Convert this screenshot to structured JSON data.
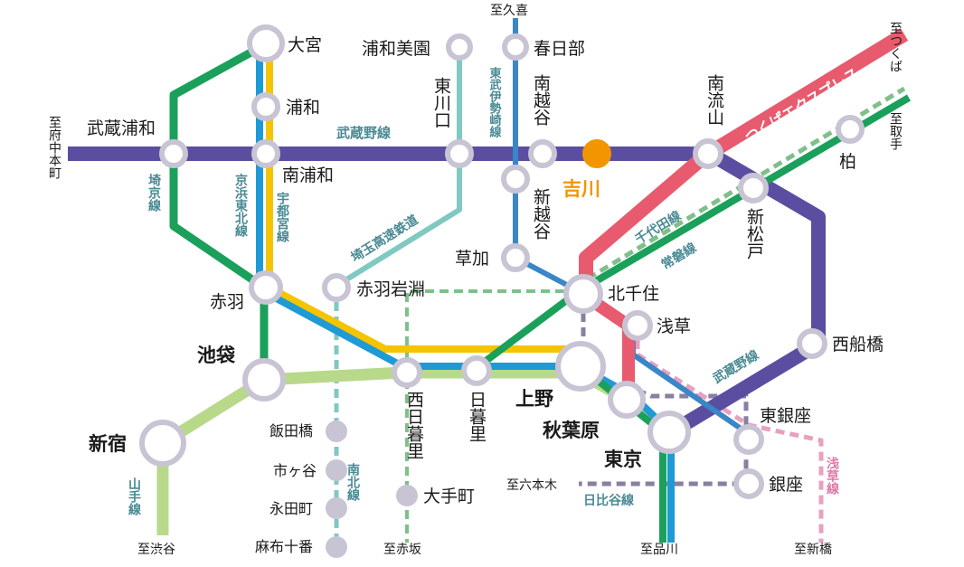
{
  "colors": {
    "musashino": "#5b4ea0",
    "saikyo": "#1aa05a",
    "keihin_tohoku": "#1e9ad6",
    "utsunomiya": "#f5c400",
    "tobu": "#3a86c8",
    "saitama_rapid": "#7fc9c2",
    "tsukuba": "#e85a6e",
    "joban": "#1aa05a",
    "chiyoda": "#7fc08a",
    "yamanote": "#b8d98a",
    "hibiya": "#8a7fa0",
    "asakusa": "#e8a0c0",
    "namboku": "#7fc9c2",
    "highlight": "#f29600",
    "station_ring": "#c8c4d4",
    "line_label": "#4a8a94"
  },
  "stations": {
    "omiya": "大宮",
    "urawa": "浦和",
    "minami_urawa": "南浦和",
    "musashi_urawa": "武蔵浦和",
    "urawa_misono": "浦和美園",
    "higashi_kawaguchi": "東川口",
    "kasukabe": "春日部",
    "minami_koshigaya": "南越谷",
    "shin_koshigaya": "新越谷",
    "soka": "草加",
    "yoshikawa": "吉川",
    "minami_nagareyama": "南流山",
    "kashiwa": "柏",
    "shin_matsudo": "新松戸",
    "kita_senju": "北千住",
    "akabane": "赤羽",
    "akabane_iwabuchi": "赤羽岩淵",
    "ikebukuro": "池袋",
    "nishi_nippori": "西日暮里",
    "nippori": "日暮里",
    "ueno": "上野",
    "asakusa": "浅草",
    "nishi_funabashi": "西船橋",
    "akihabara": "秋葉原",
    "tokyo": "東京",
    "higashi_ginza": "東銀座",
    "ginza": "銀座",
    "shinjuku": "新宿",
    "iidabashi": "飯田橋",
    "ichigaya": "市ヶ谷",
    "nagatacho": "永田町",
    "azabu_juban": "麻布十番",
    "otemachi": "大手町"
  },
  "terminals": {
    "kuki": "至久喜",
    "tsukuba": "至つくば",
    "toride": "至取手",
    "fuchu_hommachi": "至府中本町",
    "roppongi": "至六本木",
    "shibuya": "至渋谷",
    "akasaka": "至赤坂",
    "shinagawa": "至品川",
    "shimbashi": "至新橋"
  },
  "lines": {
    "musashino_top": "武蔵野線",
    "musashino_bottom": "武蔵野線",
    "saikyo": "埼京線",
    "keihin_tohoku": "京浜東北線",
    "utsunomiya": "宇都宮線",
    "tobu_isesaki": "東武伊勢崎線",
    "saitama_rapid": "埼玉高速鉄道",
    "tsukuba_express": "つくばエクスプレス",
    "chiyoda": "千代田線",
    "joban": "常磐線",
    "hibiya": "日比谷線",
    "namboku": "南北線",
    "asakusa": "浅草線",
    "yamanote": "山手線"
  }
}
